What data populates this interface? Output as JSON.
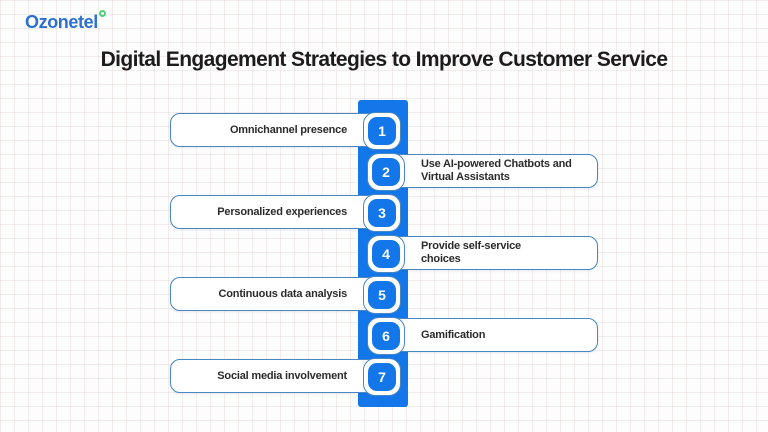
{
  "brand": {
    "logo_text": "Ozonetel"
  },
  "title": "Digital Engagement Strategies to Improve Customer Service",
  "colors": {
    "accent_blue": "#1477e9",
    "pill_border_blue": "#4a86c0",
    "logo_blue": "#2b70d2",
    "logo_green": "#4ccf7c",
    "title_text": "#1c1c1c"
  },
  "steps": [
    {
      "number": "1",
      "label": "Omnichannel presence",
      "side": "left"
    },
    {
      "number": "2",
      "label": "Use AI-powered Chatbots and\nVirtual Assistants",
      "side": "right"
    },
    {
      "number": "3",
      "label": "Personalized experiences",
      "side": "left"
    },
    {
      "number": "4",
      "label": "Provide self-service\nchoices",
      "side": "right"
    },
    {
      "number": "5",
      "label": "Continuous data analysis",
      "side": "left"
    },
    {
      "number": "6",
      "label": "Gamification",
      "side": "right"
    },
    {
      "number": "7",
      "label": "Social media involvement",
      "side": "left"
    }
  ]
}
